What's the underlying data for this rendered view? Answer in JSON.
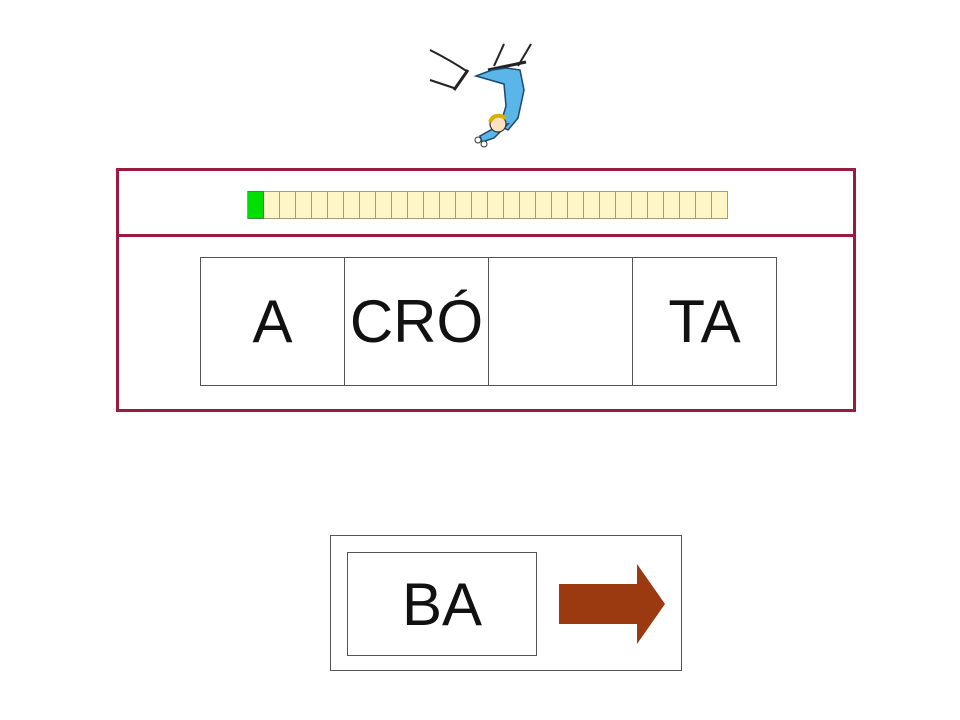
{
  "illustration": {
    "icon": "trapeze-artist-icon"
  },
  "progress": {
    "total": 30,
    "completed": 1,
    "done_color": "#00e000",
    "pending_color": "#fff6c8"
  },
  "word": {
    "syllables": [
      {
        "text": "A"
      },
      {
        "text": "CRÓ"
      },
      {
        "text": ""
      },
      {
        "text": "TA"
      }
    ]
  },
  "answer": {
    "option": "BA",
    "next_icon": "right-arrow-icon",
    "arrow_color": "#9b3a10"
  },
  "colors": {
    "board_border": "#9b1b3f"
  }
}
